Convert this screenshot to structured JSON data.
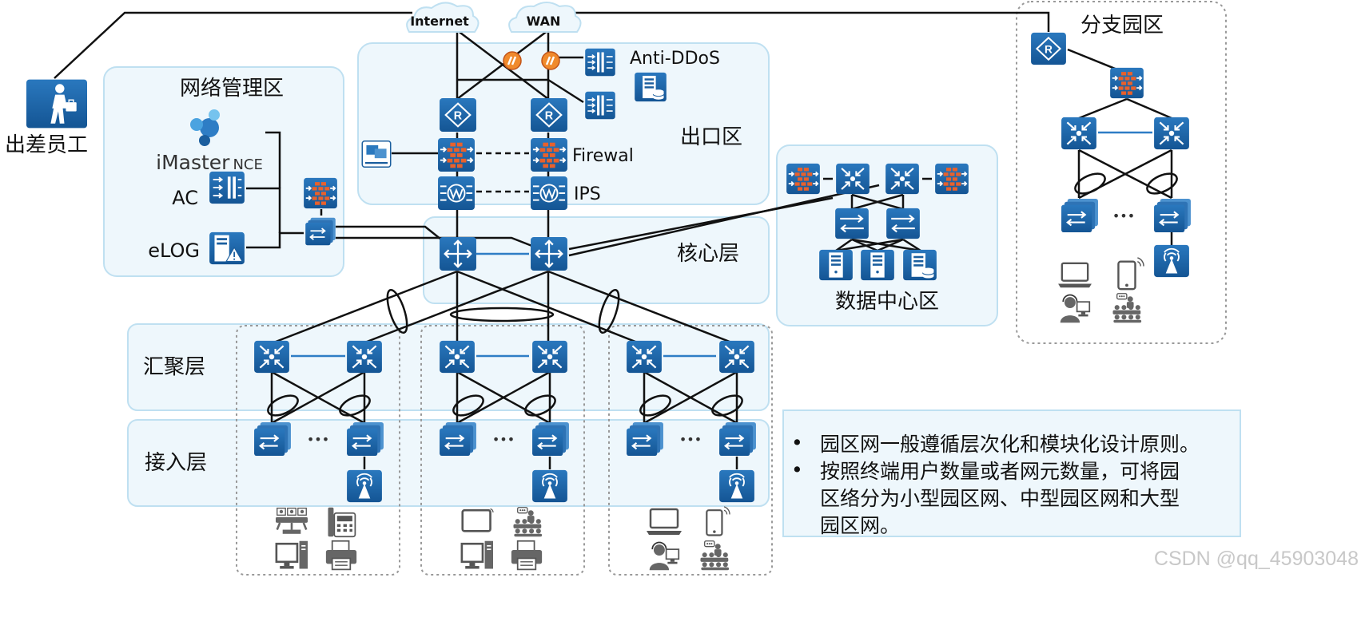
{
  "zones": {
    "management": "网络管理区",
    "egress": "出口区",
    "core": "核心层",
    "aggregation": "汇聚层",
    "access": "接入层",
    "datacenter": "数据中心区",
    "branch": "分支园区"
  },
  "clouds": {
    "internet": "Internet",
    "wan": "WAN"
  },
  "labels": {
    "traveler": "出差员工",
    "imaster_main": "iMaster",
    "imaster_sub": "NCE",
    "ac": "AC",
    "elog": "eLOG",
    "anti_ddos": "Anti-DDoS",
    "firewall": "Firewal",
    "ips": "IPS"
  },
  "notes": [
    [
      "园区网一般遵循层次化和模块化设计原则。"
    ],
    [
      "按照终端用户数量或者网元数量，可将园",
      "区络分为小型园区网、中型园区网和大型",
      "园区网。"
    ]
  ],
  "bullet": "•",
  "ellipsis": "•••",
  "watermark": "CSDN @qq_45903048",
  "colors": {
    "device": "#1b5e9e",
    "zone_fill": "#eef7fc",
    "zone_border": "#bfe0f1",
    "firewall_brick": "#e8612c",
    "link": "#111111",
    "stack_link": "#2e7dc5"
  }
}
